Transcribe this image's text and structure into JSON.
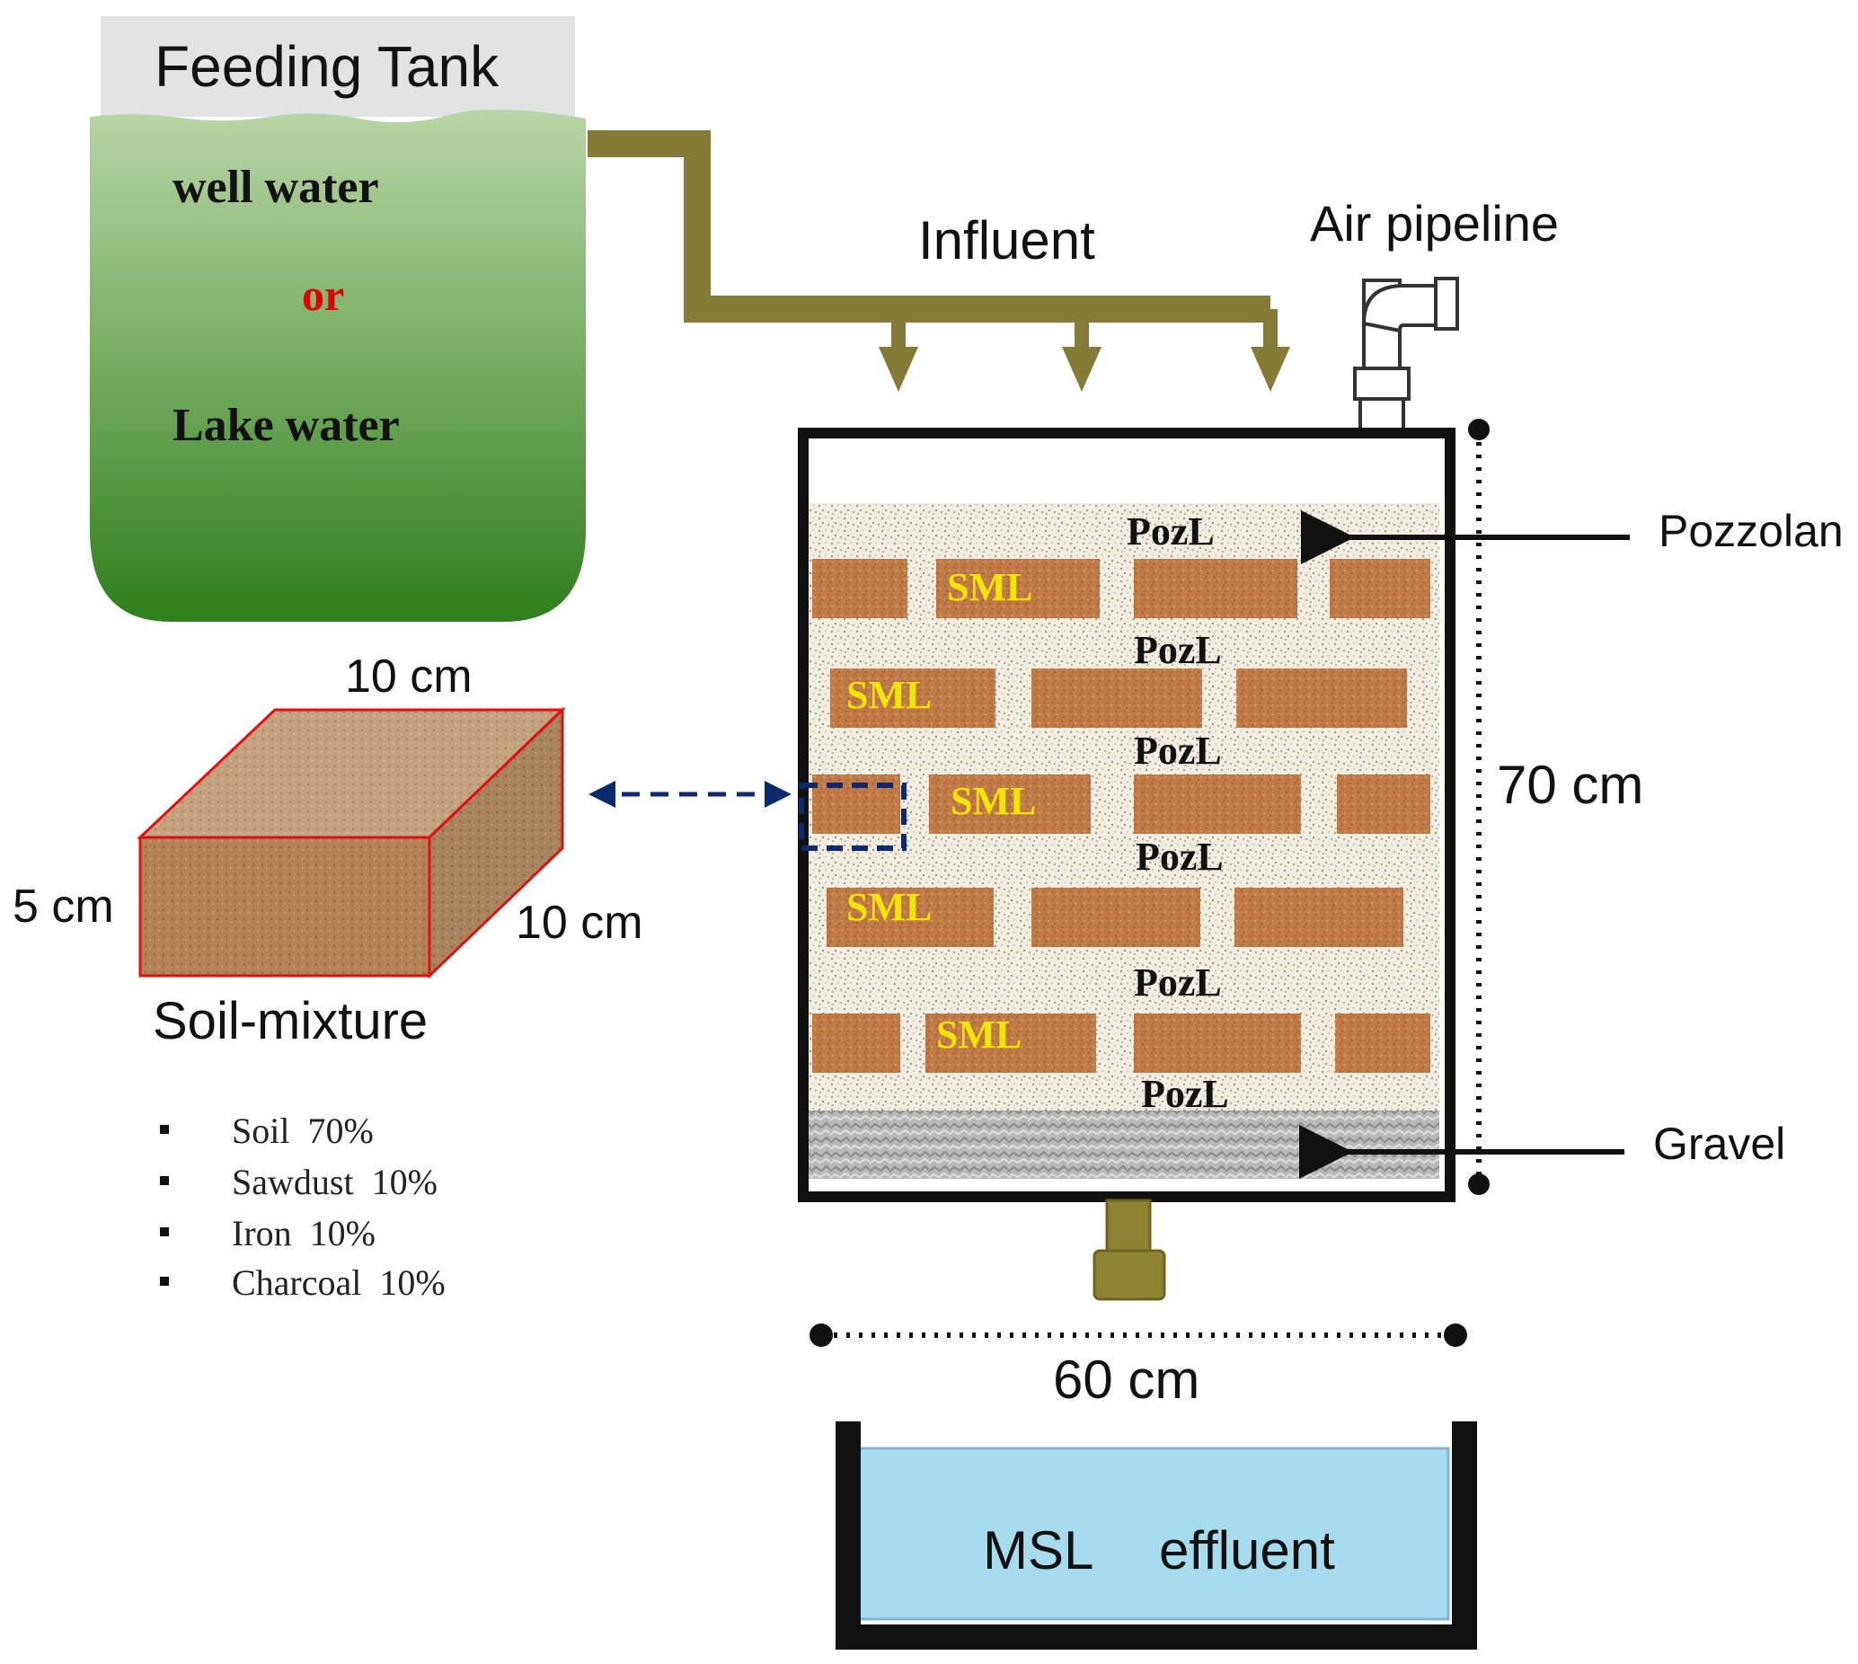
{
  "feeding_tank": {
    "title": "Feeding Tank",
    "line1": "well water",
    "line2": "or",
    "line3": "Lake water",
    "water_color": "#3d8a2c",
    "or_color": "#e00000"
  },
  "labels": {
    "influent": "Influent",
    "air_pipeline": "Air pipeline",
    "pozzolan": "Pozzolan",
    "gravel": "Gravel",
    "height": "70 cm",
    "width": "60 cm",
    "block_top": "10 cm",
    "block_side": "10 cm",
    "block_height": "5 cm",
    "soil_mixture": "Soil-mixture"
  },
  "layers": {
    "pozl": "PozL",
    "sml": "SML",
    "sml_color": "#f2e600"
  },
  "composition": [
    {
      "text": "Soil  70%"
    },
    {
      "text": "Sawdust  10%"
    },
    {
      "text": "Iron  10%"
    },
    {
      "text": "Charcoal  10%"
    }
  ],
  "effluent": {
    "label_a": "MSL",
    "label_b": "effluent",
    "water_color": "#a6dcee"
  },
  "colors": {
    "pipe": "#857b36",
    "brick": "#c07a48",
    "outline": "#111111",
    "dashed": "#0b2a6e"
  }
}
